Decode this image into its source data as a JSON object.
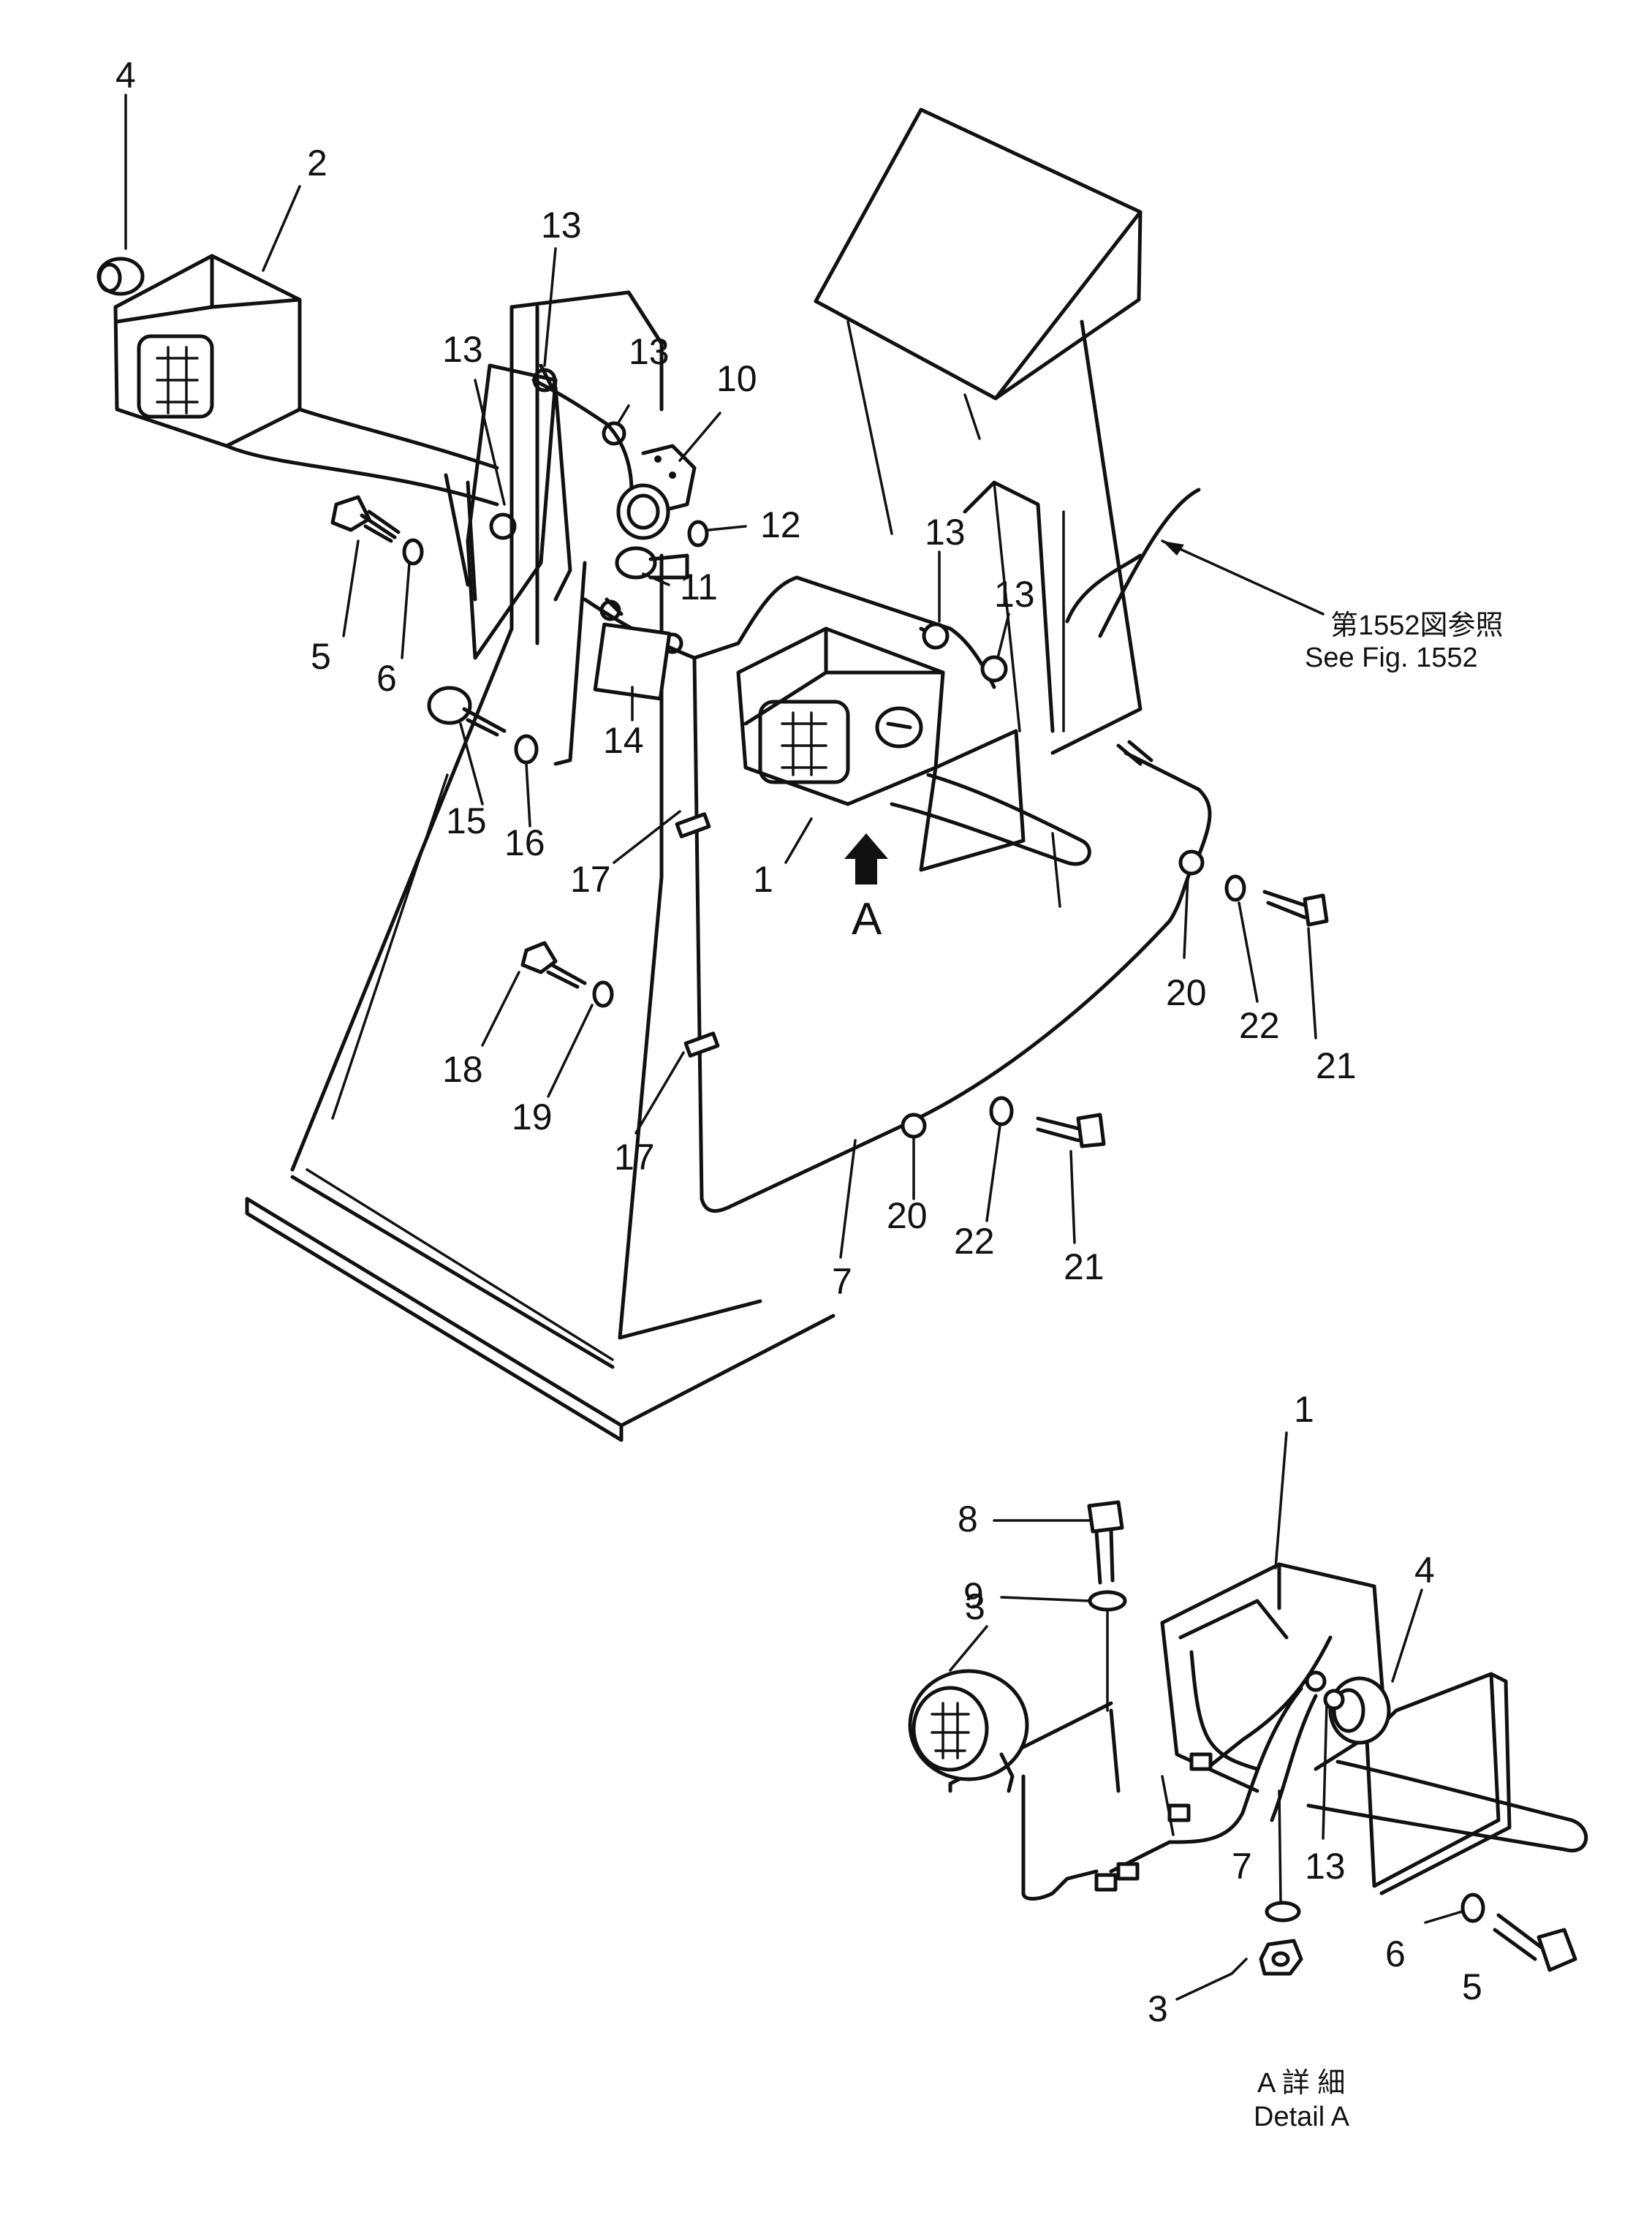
{
  "callouts": {
    "c1_main": "1",
    "c1_detail": "1",
    "c2": "2",
    "c3_lamp": "3",
    "c3_nut": "3",
    "c4_top": "4",
    "c4_detail": "4",
    "c5_main": "5",
    "c5_detail": "5",
    "c6_main": "6",
    "c6_detail": "6",
    "c7_main": "7",
    "c7_detail": "7",
    "c8": "8",
    "c9": "9",
    "c10": "10",
    "c11": "11",
    "c12": "12",
    "c13_a": "13",
    "c13_b": "13",
    "c13_c": "13",
    "c13_d": "13",
    "c13_e": "13",
    "c13_detail": "13",
    "c14": "14",
    "c15": "15",
    "c16": "16",
    "c17_upper": "17",
    "c17_lower": "17",
    "c18": "18",
    "c19": "19",
    "c20_right": "20",
    "c20_lower": "20",
    "c21_right": "21",
    "c21_lower": "21",
    "c22_right": "22",
    "c22_lower": "22"
  },
  "view_marker": "A",
  "reference_note": {
    "jp": "第1552図参照",
    "en": "See Fig. 1552"
  },
  "detail_caption": {
    "jp": "A 詳 細",
    "en": "Detail A"
  }
}
